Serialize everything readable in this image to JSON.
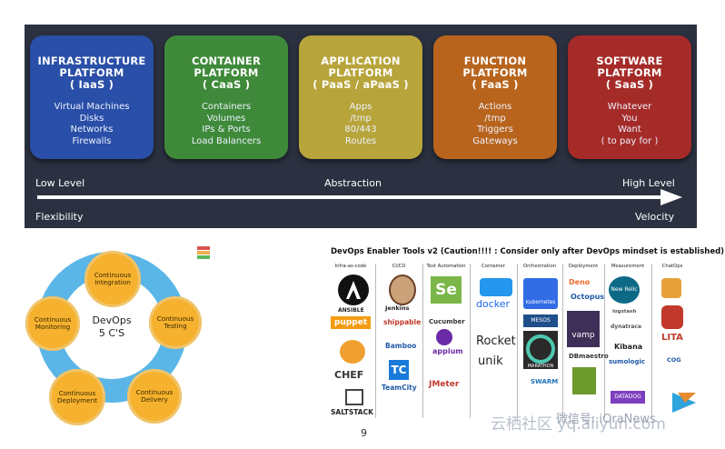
{
  "banner": {
    "platforms": [
      {
        "title1": "INFRASTRUCTURE",
        "title2": "PLATFORM",
        "title3": "( IaaS )",
        "items": [
          "Virtual Machines",
          "Disks",
          "Networks",
          "Firewalls"
        ],
        "color": "#2a4fa8"
      },
      {
        "title1": "CONTAINER",
        "title2": "PLATFORM",
        "title3": "( CaaS )",
        "items": [
          "Containers",
          "Volumes",
          "IPs & Ports",
          "Load Balancers"
        ],
        "color": "#3f8a3a"
      },
      {
        "title1": "APPLICATION",
        "title2": "PLATFORM",
        "title3": "( PaaS / aPaaS )",
        "items": [
          "Apps",
          "/tmp",
          "80/443",
          "Routes"
        ],
        "color": "#b7a43a"
      },
      {
        "title1": "FUNCTION",
        "title2": "PLATFORM",
        "title3": "( FaaS )",
        "items": [
          "Actions",
          "/tmp",
          "Triggers",
          "Gateways"
        ],
        "color": "#b8641d"
      },
      {
        "title1": "SOFTWARE",
        "title2": "PLATFORM",
        "title3": "( SaaS )",
        "items": [
          "Whatever",
          "You",
          "Want",
          "( to pay for )"
        ],
        "color": "#a52b28"
      }
    ],
    "low_level": "Low Level",
    "abstraction": "Abstraction",
    "high_level": "High Level",
    "flexibility": "Flexibility",
    "velocity": "Velocity"
  },
  "c5": {
    "center1": "DevOps",
    "center2": "5 C'S",
    "integration": "Continuous Integration",
    "testing": "Continuous Testing",
    "delivery": "Continuous Delivery",
    "deployment": "Continuous Deployment",
    "monitoring": "Continuous Monitoring"
  },
  "tools": {
    "title": "DevOps Enabler Tools v2 (Caution!!!! : Consider only after DevOps mindset is established)",
    "columns": [
      "Infra-as-code",
      "CI/CD",
      "Test Automation",
      "Container",
      "Orchestration",
      "Deployment",
      "Measurement",
      "ChatOps"
    ],
    "infra": [
      "ANSIBLE",
      "puppet",
      "CHEF",
      "SALTSTACK"
    ],
    "cicd": [
      "Jenkins",
      "shippable",
      "Bamboo",
      "TeamCity"
    ],
    "test": [
      "Se",
      "Cucumber",
      "appium",
      "JMeter"
    ],
    "container": [
      "docker",
      "Rocket",
      "unik"
    ],
    "orchestration": [
      "kubernetes",
      "MESOS",
      "MARATHON",
      "SWARM"
    ],
    "deployment": [
      "Deno",
      "Octopus",
      "vamp",
      "DBmaestro"
    ],
    "measurement": [
      "New Relic",
      "logstash",
      "dynatrace",
      "Kibana",
      "sumologic",
      "DATADOG"
    ],
    "chatops": [
      "LITA",
      "COG"
    ]
  },
  "page_number": "9",
  "watermark": "云栖社区 yq.aliyun.com",
  "watermark2": "微信号: iOraNews"
}
